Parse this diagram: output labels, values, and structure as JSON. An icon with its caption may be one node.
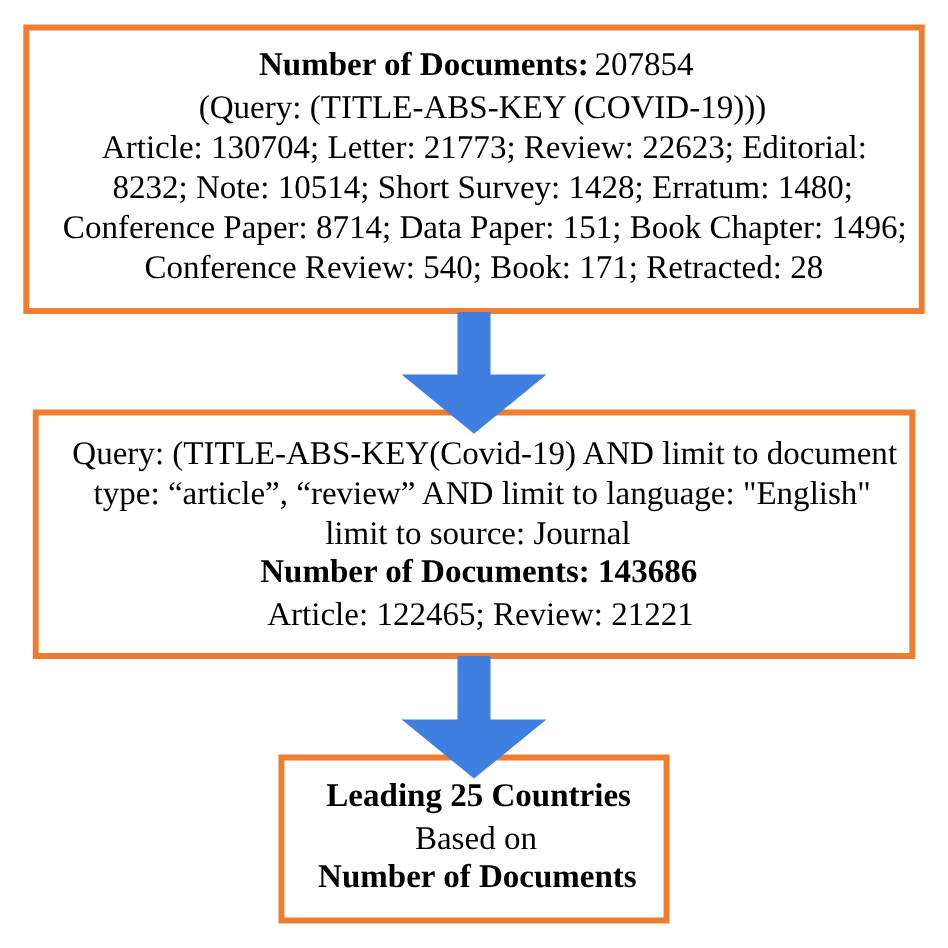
{
  "diagram": {
    "nodes": [
      {
        "text": [
          "**Number of Documents:** 207854",
          "(Query: (TITLE-ABS-KEY (COVID-19)))",
          "Article: 130704; Letter: 21773; Review: 22623; Editorial: 8232; Note: 10514; Short Survey: 1428; Erratum: 1480; Conference Paper: 8714; Data Paper: 151; Book Chapter: 1496; Conference Review: 540; Book: 171; Retracted: 28"
        ]
      },
      {
        "text": [
          "Query: (TITLE-ABS-KEY(Covid-19) AND limit to document type: “article”, “review” AND limit to language: \"English\" limit to source: Journal",
          "Number of Documents: 143686",
          "Article: 122465; Review: 21221"
        ]
      },
      {
        "text": [
          "Leading 25 Countries",
          "Based on",
          "Number of Documents"
        ]
      }
    ],
    "edges": [
      {
        "from": 0,
        "to": 1,
        "arrow": "to"
      },
      {
        "from": 1,
        "to": 2,
        "arrow": "to"
      }
    ]
  }
}
